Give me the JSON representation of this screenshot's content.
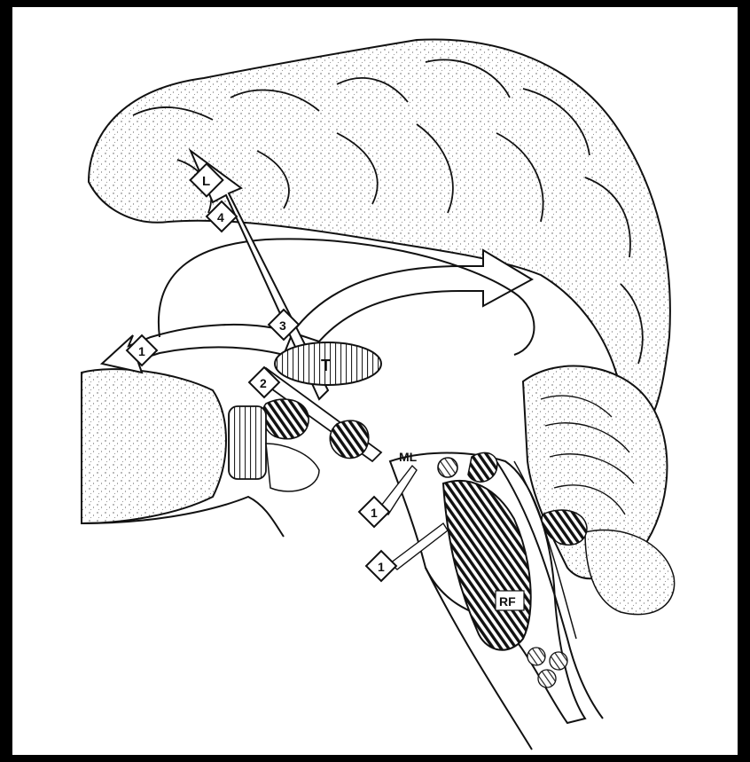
{
  "colors": {
    "frame": "#000000",
    "paper": "#ffffff",
    "ink": "#111111"
  },
  "labels": {
    "arrow_tip": "L",
    "arrow_stage_4": "4",
    "crossing_stage_3": "3",
    "crossing_stage_2": "2",
    "left_arrow_stage": "1",
    "thalamus": "T",
    "medial_lemniscus": "ML",
    "input_upper": "1",
    "input_lower": "1",
    "reticular_formation": "RF"
  }
}
